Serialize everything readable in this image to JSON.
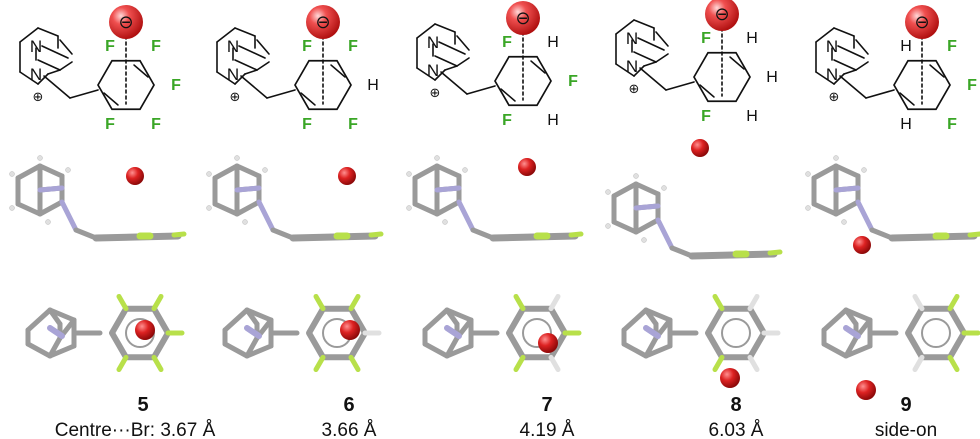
{
  "colors": {
    "fluorine": "#3aa626",
    "bromide": "#cc2020",
    "carbon_stick": "#9a9a9a",
    "nitrogen_stick": "#a9a4d6",
    "hydrogen_stick": "#e0e0e0",
    "fluorine_stick": "#b8e04a"
  },
  "atoms": {
    "N": "N",
    "F": "F",
    "H": "H",
    "minus": "⊖",
    "plus": "⊕"
  },
  "complexes": [
    {
      "number": "5",
      "distance": "Centre···Br: 3.67 Å",
      "ring": [
        "F",
        "F",
        "F",
        "F",
        "F"
      ]
    },
    {
      "number": "6",
      "distance": "3.66 Å",
      "ring": [
        "F",
        "F",
        "H",
        "F",
        "F"
      ]
    },
    {
      "number": "7",
      "distance": "4.19  Å",
      "ring": [
        "F",
        "H",
        "F",
        "H",
        "F"
      ]
    },
    {
      "number": "8",
      "distance": "6.03  Å",
      "ring": [
        "F",
        "H",
        "H",
        "H",
        "F"
      ]
    },
    {
      "number": "9",
      "distance": "side-on",
      "ring": [
        "H",
        "F",
        "F",
        "F",
        "H"
      ]
    }
  ]
}
